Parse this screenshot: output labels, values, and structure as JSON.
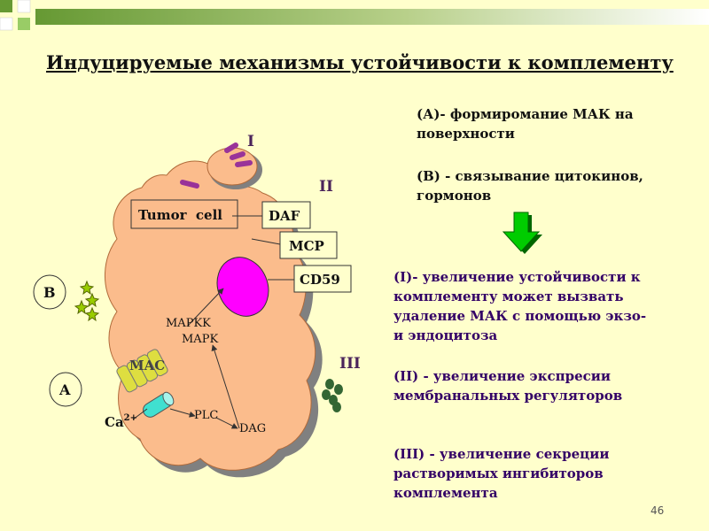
{
  "title": "Индуцируемые механизмы устойчивости к комплементу",
  "labels": {
    "tumor_cell": "Tumor  cell",
    "daf": "DAF",
    "mcp": "MCP",
    "cd59": "CD59",
    "mac": "MAC",
    "mapkk": "MAPKK",
    "mapk": "MAPK",
    "plc": "PLC",
    "dag": "DAG",
    "ca": "Ca",
    "ca_sup": "2+",
    "marker_A": "A",
    "marker_B": "B",
    "roman_I": "I",
    "roman_II": "II",
    "roman_III": "III"
  },
  "notes": {
    "a_line1": "(А)- формиромание МАК на",
    "a_line2": "поверхности",
    "b_line1": "(В) - связывание цитокинов,",
    "b_line2": "гормонов",
    "i_line1": "(I)- увеличение устойчивости к",
    "i_line2": "комплементу может вызвать",
    "i_line3": "удаление МАК с помощью экзо-",
    "i_line4": "и эндоцитоза",
    "ii_line1": "(II) - увеличение экспресии",
    "ii_line2": "мембранальных регуляторов",
    "iii_line1": "(III) - увеличение секреции",
    "iii_line2": "растворимых ингибиторов",
    "iii_line3": "комплемента"
  },
  "page_number": "46",
  "colors": {
    "cell": "#fbbc8c",
    "cell_shadow": "#808080",
    "cd59_blob": "#ff00ff",
    "mac_channel": "#dede40",
    "ca_channel": "#40e0d0",
    "spots": "#336633",
    "molecules": "#993399",
    "arrow_down": "#00cc00"
  }
}
